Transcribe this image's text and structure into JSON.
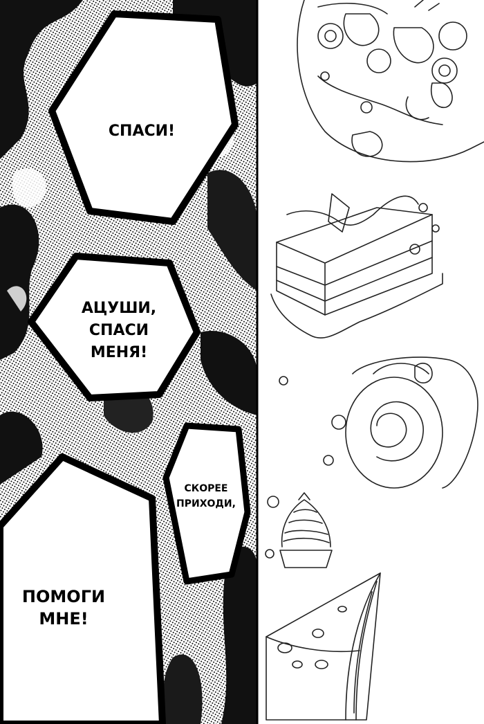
{
  "speech": {
    "bubble1": "СПАСИ!",
    "bubble2": {
      "line1": "АЦУШИ,",
      "line2": "СПАСИ",
      "line3": "МЕНЯ!"
    },
    "bubble3": {
      "line1": "СКОРЕЕ",
      "line2": "ПРИХОДИ,"
    },
    "bubble4": {
      "line1": "ПОМОГИ",
      "line2": "МНЕ!"
    }
  },
  "colors": {
    "ink": "#000000",
    "paper": "#ffffff"
  },
  "illustrations": [
    "strawberry-cake",
    "layer-cake-slice",
    "swiss-roll",
    "mont-blanc-dessert",
    "cheesecake-slice"
  ]
}
